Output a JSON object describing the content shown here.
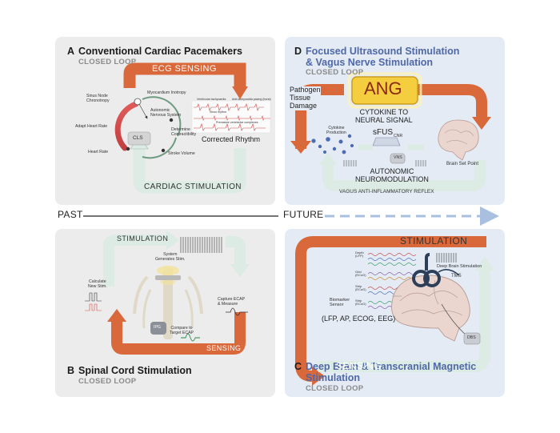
{
  "timeline": {
    "past": "PAST",
    "future": "FUTURE"
  },
  "panels": {
    "A": {
      "letter": "A",
      "title": "Conventional Cardiac Pacemakers",
      "subtitle": "CLOSED LOOP",
      "banner_top": "ECG SENSING",
      "banner_bottom": "CARDIAC STIMULATION",
      "labels": {
        "sinus_node": "Sinus Node\nChronotropy",
        "myocardium": "Myocardium Inotropy",
        "ans": "Autonomic\nNervous System",
        "adapt_hr": "Adapt Heart Rate",
        "cls": "CLS",
        "determine": "Determine\nContractibility",
        "heart_rate": "Heart Rate",
        "stroke_volume": "Stroke Volume",
        "corrected": "Corrected Rhythm",
        "ecg1": "Ventricular tachycardia",
        "ecg2": "Anti-tachycardia pacing (burst)",
        "ecg3": "Sinus rhythm",
        "ecg4": "Premature ventricular complexes"
      }
    },
    "D": {
      "letter": "D",
      "title_line1": "Focused Ultrasound Stimulation",
      "title_line2": "& Vagus Nerve Stimulation",
      "subtitle": "CLOSED LOOP",
      "badge": "ANG",
      "cytokine_signal": "CYTOKINE TO\nNEURAL SIGNAL",
      "pathogen": "Pathogen\nTissue\nDamage",
      "cytokine_prod": "Cytokine\nProduction",
      "sfus": "sFUS",
      "autonomic": "AUTONOMIC\nNEUROMODULATION",
      "brain_set": "Brain Set Point",
      "reflex": "VAGUS ANTI-INFLAMMATORY REFLEX",
      "vns": "VNS",
      "cnr": "CNR"
    },
    "B": {
      "letter": "B",
      "title": "Spinal Cord Stimulation",
      "subtitle": "CLOSED LOOP",
      "banner_top": "STIMULATION",
      "banner_bottom": "SENSING",
      "system": "System\nGenerates Stim.",
      "calc": "Calculate\nNew Stim.",
      "capture": "Capture ECAP\n& Measure",
      "compare": "Compare to\nTarget ECAP",
      "ipg": "IPG"
    },
    "C": {
      "letter": "C",
      "title_line1": "Deep Brain & Transcranial Magnetic",
      "title_line2": "Stimulation",
      "subtitle": "CLOSED LOOP",
      "banner_top": "STIMULATION",
      "banner_bottom": "SENSING",
      "biomarker": "Biomarker\nSensor",
      "signals": "(LFP, AP, ECOG, EEG)",
      "dbs_label": "Deep Brain Stimulation",
      "tms": "TMS",
      "dbs_box": "DBS",
      "channels": [
        "Depth\n(LFP)",
        "Grid\n(ECoG)",
        "Strip\n(ECoG)",
        "Strip\n(ECoG)"
      ]
    }
  },
  "colors": {
    "orange": "#d9683a",
    "mint": "#dcebe4",
    "navy": "#3f4e68",
    "title_blue": "#4f68a8",
    "future_dash": "#a9bfe0"
  }
}
